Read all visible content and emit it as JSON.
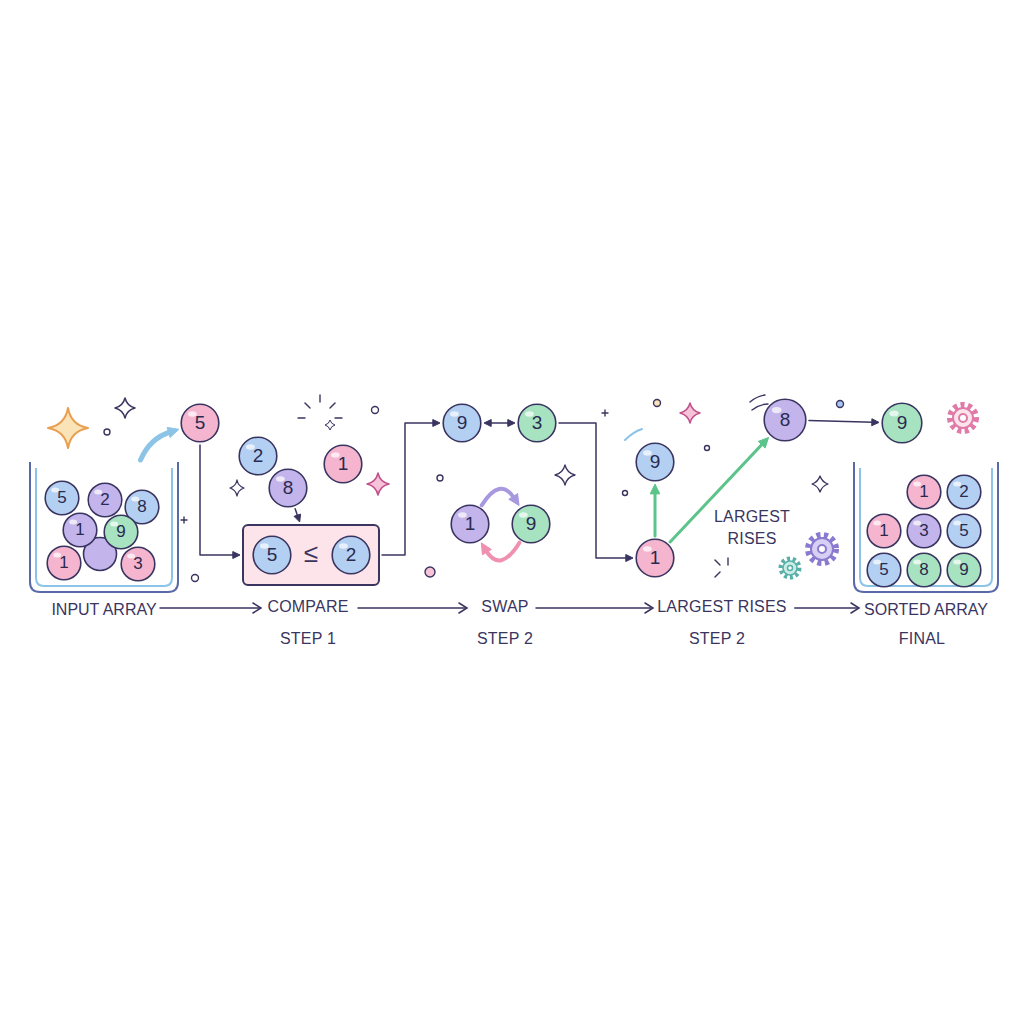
{
  "diagram": {
    "nodes": [
      {
        "text": [
          "INPUT ARRAY"
        ]
      },
      {
        "text": [
          "5"
        ],
        "in": 0
      },
      {
        "text": [
          "2"
        ],
        "in": 0
      },
      {
        "text": [
          "8"
        ],
        "in": 0
      },
      {
        "text": [
          "1"
        ],
        "in": 0
      },
      {
        "text": [
          "9"
        ],
        "in": 0
      },
      {
        "text": [
          "1"
        ],
        "in": 0
      },
      {
        "text": [
          "3"
        ],
        "in": 0
      },
      {
        "text": [
          "5"
        ]
      },
      {
        "text": [
          "2"
        ]
      },
      {
        "text": [
          "1"
        ]
      },
      {
        "text": [
          "8"
        ]
      },
      {
        "text": [
          "≤"
        ]
      },
      {
        "text": [
          "5"
        ],
        "in": 12
      },
      {
        "text": [
          "2"
        ],
        "in": 12
      },
      {
        "text": [
          "9"
        ]
      },
      {
        "text": [
          "3"
        ]
      },
      {
        "text": [
          "1"
        ]
      },
      {
        "text": [
          "9"
        ]
      },
      {
        "text": [
          "9"
        ]
      },
      {
        "text": [
          "1"
        ]
      },
      {
        "text": [
          "8"
        ]
      },
      {
        "text": [
          "9"
        ]
      },
      {
        "text": [
          "SORTED ARRAY"
        ]
      },
      {
        "text": [
          "1"
        ],
        "in": 23
      },
      {
        "text": [
          "2"
        ],
        "in": 23
      },
      {
        "text": [
          "1"
        ],
        "in": 23
      },
      {
        "text": [
          "3"
        ],
        "in": 23
      },
      {
        "text": [
          "5"
        ],
        "in": 23
      },
      {
        "text": [
          "5"
        ],
        "in": 23
      },
      {
        "text": [
          "8"
        ],
        "in": 23
      },
      {
        "text": [
          "9"
        ],
        "in": 23
      }
    ],
    "edges": [
      {
        "from": 0,
        "to": 8,
        "arrow": "to"
      },
      {
        "from": 8,
        "to": 12,
        "arrow": "to"
      },
      {
        "from": 11,
        "to": 12,
        "arrow": "to"
      },
      {
        "from": 12,
        "to": 15,
        "arrow": "to"
      },
      {
        "from": 15,
        "to": 16,
        "arrow": "both"
      },
      {
        "from": 16,
        "to": 20,
        "arrow": "to"
      },
      {
        "from": 17,
        "to": 18,
        "arrow": "to"
      },
      {
        "from": 18,
        "to": 17,
        "arrow": "to"
      },
      {
        "from": 20,
        "to": 19,
        "arrow": "to"
      },
      {
        "from": 20,
        "to": 21,
        "arrow": "to"
      },
      {
        "from": 21,
        "to": 22,
        "arrow": "to"
      }
    ],
    "labels": [
      "LARGEST RISES",
      "COMPARE",
      "STEP 1",
      "SWAP",
      "STEP 2",
      "LARGEST RISES",
      "STEP 2",
      "FINAL"
    ]
  }
}
